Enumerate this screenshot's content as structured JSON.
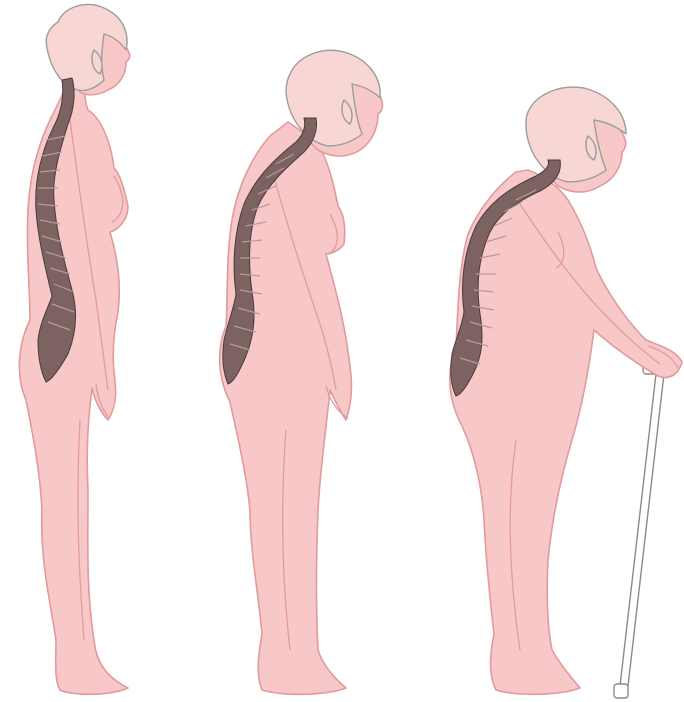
{
  "figures": [
    {
      "id": "upright",
      "posture": "normal"
    },
    {
      "id": "stooped",
      "posture": "mild-kyphosis"
    },
    {
      "id": "hunched-with-cane",
      "posture": "severe-kyphosis"
    }
  ],
  "colors": {
    "skin": "#f8c8c8",
    "outline": "#e19a9d",
    "hair_outline": "#9c9c9c",
    "spine": "#7d6262",
    "cane": "#ffffff"
  },
  "icons": [
    "spine-icon",
    "cane-icon"
  ]
}
